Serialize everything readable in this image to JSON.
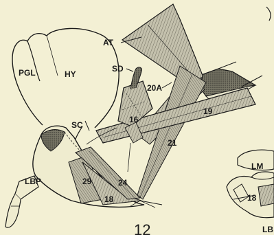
{
  "figure": {
    "number": "12",
    "labels": {
      "at": "AT",
      "sd": "SD",
      "pgl": "PGL",
      "hy": "HY",
      "m20a": "20A",
      "m16": "16",
      "m19": "19",
      "sc": "SC",
      "m21": "21",
      "lbp": "LBP",
      "m29": "29",
      "m24": "24",
      "m18": "18"
    }
  },
  "inset": {
    "labels": {
      "lm": "LM",
      "m18": "18",
      "lb": "LB"
    }
  },
  "colors": {
    "background": "#f3f0d4",
    "ink": "#1a1a1a",
    "muscle_fill": "#b3b09c",
    "dark_fill": "#4a4a44"
  }
}
